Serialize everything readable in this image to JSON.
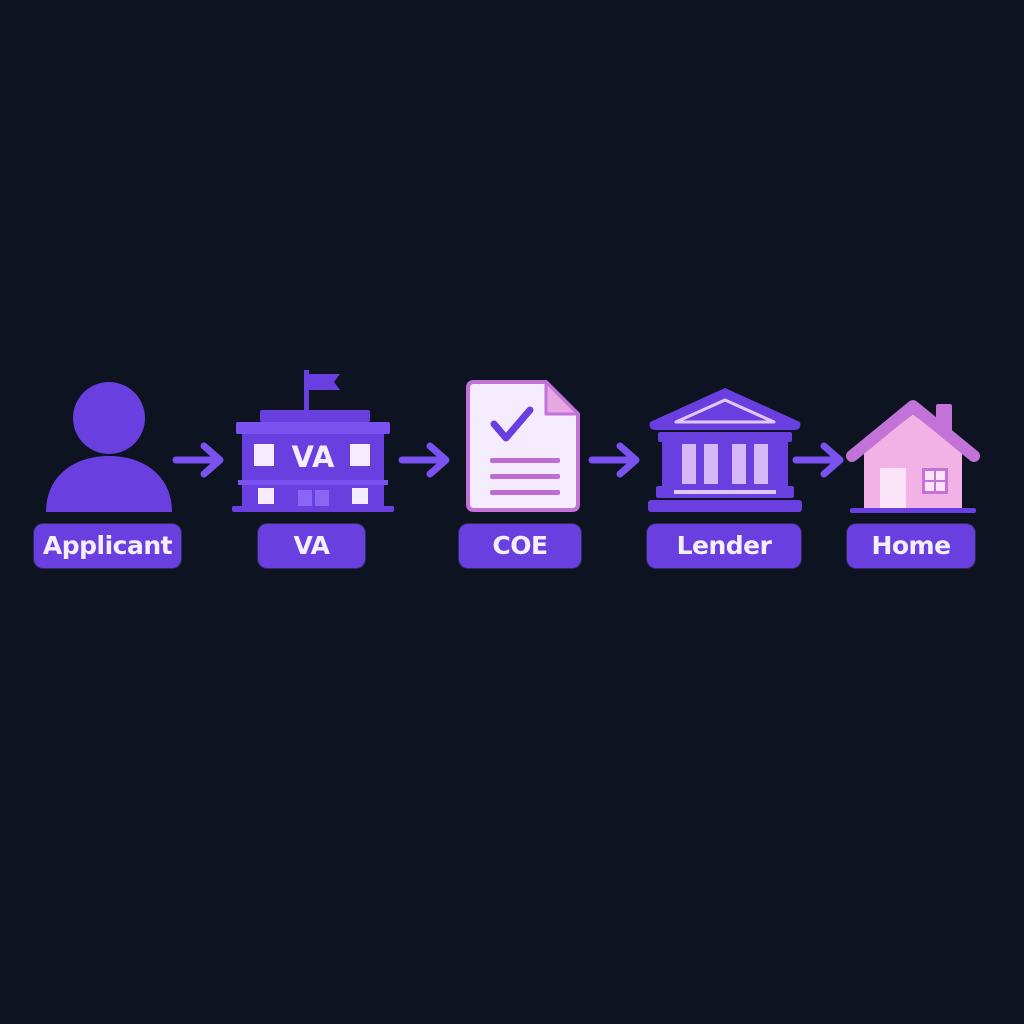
{
  "colors": {
    "background": "#0d1320",
    "primary": "#6a3fe0",
    "light": "#f6ecff",
    "pink": "#f2b2e6",
    "roof": "#c372d8"
  },
  "steps": [
    {
      "label": "Applicant",
      "icon": "person-icon"
    },
    {
      "label": "VA",
      "icon": "va-building-icon",
      "sign": "VA"
    },
    {
      "label": "COE",
      "icon": "certificate-document-icon"
    },
    {
      "label": "Lender",
      "icon": "bank-icon"
    },
    {
      "label": "Home",
      "icon": "house-icon"
    }
  ]
}
